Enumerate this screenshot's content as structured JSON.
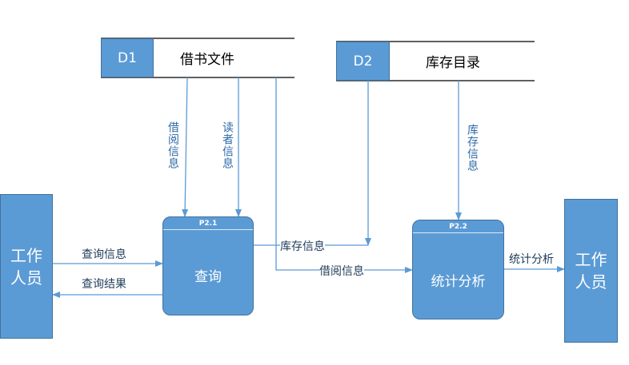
{
  "data_stores": [
    {
      "id": "D1",
      "name": "借书文件"
    },
    {
      "id": "D2",
      "name": "库存目录"
    }
  ],
  "processes": [
    {
      "id": "P2.1",
      "name": "查询"
    },
    {
      "id": "P2.2",
      "name": "统计分析"
    }
  ],
  "entities": {
    "left": "工作人员",
    "right": "工作人员"
  },
  "flows": {
    "borrow_info_down": "借阅信息",
    "reader_info_down": "读者信息",
    "stock_info_down": "库存信息",
    "query_info": "查询信息",
    "query_result": "查询结果",
    "stock_info": "库存信息",
    "borrow_info": "借阅信息",
    "stat_analysis": "统计分析"
  },
  "colors": {
    "entity_fill": "#5b9bd5",
    "entity_border": "#41719c",
    "arrow": "#5b9bd5"
  }
}
